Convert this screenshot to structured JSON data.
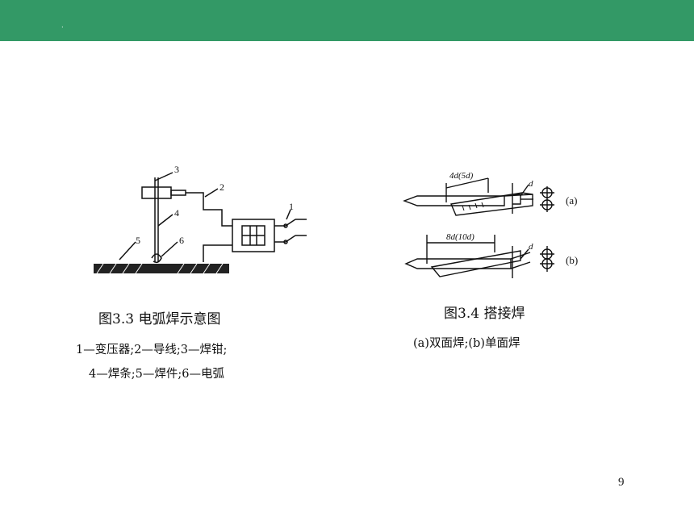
{
  "header": {
    "mark": "."
  },
  "figure_33": {
    "labels": [
      "1",
      "2",
      "3",
      "4",
      "5",
      "6"
    ],
    "title": "图3.3  电弧焊示意图",
    "legend_line1": "1—变压器;2—导线;3—焊钳;",
    "legend_line2": "4—焊条;5—焊件;6—电弧"
  },
  "figure_34": {
    "dim_a": "4d(5d)",
    "dim_b": "8d(10d)",
    "symbol_d": "d",
    "label_a": "(a)",
    "label_b": "(b)",
    "title": "图3.4  搭接焊",
    "legend": "(a)双面焊;(b)单面焊"
  },
  "page": {
    "number": "9"
  },
  "colors": {
    "header_bar": "#339966",
    "line": "#111111"
  }
}
